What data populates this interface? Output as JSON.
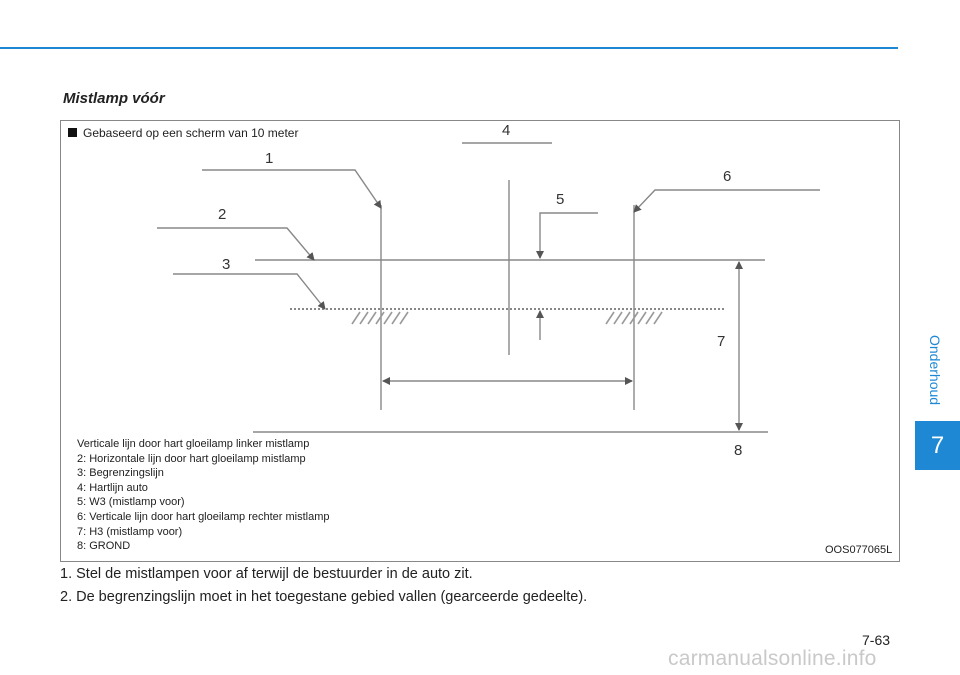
{
  "section_title": "Mistlamp vóór",
  "side_tab": {
    "label": "Onderhoud",
    "chapter": "7"
  },
  "figure": {
    "note": "Gebaseerd op een scherm van 10 meter",
    "numbers": [
      "1",
      "2",
      "3",
      "4",
      "5",
      "6",
      "7",
      "8"
    ],
    "legend": [
      "Verticale lijn door hart gloeilamp linker mistlamp",
      "2: Horizontale lijn door hart gloeilamp mistlamp",
      "3: Begrenzingslijn",
      "4: Hartlijn auto",
      "5: W3 (mistlamp voor)",
      "6: Verticale lijn door hart gloeilamp rechter mistlamp",
      "7: H3 (mistlamp voor)",
      "8: GROND"
    ],
    "code": "OOS077065L"
  },
  "steps": [
    "1. Stel de mistlampen voor af terwijl de bestuurder in de auto zit.",
    "2. De begrenzingslijn moet in het toegestane gebied vallen (gearceerde gedeelte)."
  ],
  "page_number": "7-63",
  "watermark": "carmanualsonline.info"
}
